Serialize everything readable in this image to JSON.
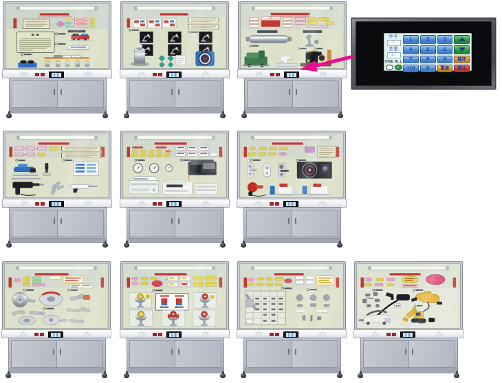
{
  "page": {
    "background_color": "#ffffff",
    "description": "catalog montage of ten training display cabinets arranged in three rows with a remote touch keypad panel at top right, a magenta arrow links the keypad panel to the bench touchscreen of the third cabinet"
  },
  "keypad_panel": {
    "name": "touch-keypad-panel",
    "bezel_color": "#6f747a",
    "screen_color": "#0a0b0d",
    "pad_background": "#e3f1ef",
    "fields": [
      {
        "name": "sequence-number",
        "label": "序号",
        "value": "1"
      },
      {
        "name": "volume",
        "label": "音量",
        "value": "17"
      }
    ],
    "mode": {
      "label": "ONE ALL",
      "options": [
        "ONE",
        "ALL"
      ],
      "selected": "ALL"
    },
    "keys": [
      {
        "name": "key-1",
        "label": "1",
        "type": "num"
      },
      {
        "name": "key-2",
        "label": "2",
        "type": "num"
      },
      {
        "name": "key-3",
        "label": "3",
        "type": "num"
      },
      {
        "name": "key-up",
        "label": "▲",
        "type": "green up"
      },
      {
        "name": "key-4",
        "label": "4",
        "type": "num"
      },
      {
        "name": "key-5",
        "label": "5",
        "type": "num"
      },
      {
        "name": "key-6",
        "label": "6",
        "type": "num"
      },
      {
        "name": "key-down",
        "label": "▼",
        "type": "green down"
      },
      {
        "name": "key-7",
        "label": "7",
        "type": "num"
      },
      {
        "name": "key-8",
        "label": "8",
        "type": "num"
      },
      {
        "name": "key-9",
        "label": "9",
        "type": "num"
      },
      {
        "name": "key-loop",
        "label": "循环",
        "type": "orange"
      },
      {
        "name": "key-plus10",
        "label": "+10",
        "type": "num"
      },
      {
        "name": "key-0",
        "label": "0",
        "type": "num"
      },
      {
        "name": "key-repeat",
        "label": "重复",
        "type": "orange"
      },
      {
        "name": "key-stop",
        "label": "停止",
        "type": "red"
      }
    ]
  },
  "arrow": {
    "name": "pointer-arrow",
    "color": "#ea0d8c",
    "from": "keypad-panel-left-edge",
    "to": "cabinet-r1c3-bench-touchscreen"
  },
  "cabinet_common": {
    "display_case": "glass display case with fluorescent lamp, red title strip and themed exhibits on a pale green board",
    "bench": {
      "controls": [
        "speaker-grille-left",
        "red-button",
        "red-button",
        "bench-touchscreen",
        "speaker-grille-right"
      ],
      "touchscreen_color": "#15171b"
    },
    "lower_cabinet": {
      "doors": 2,
      "handles": 2,
      "casters": 4
    }
  },
  "cabinets": [
    {
      "id": "r1c1",
      "row": 1,
      "col": 1,
      "contents": "introduction text panels, design flowchart, model trains on shelves, row of capacitors and blue base unit"
    },
    {
      "id": "r1c2",
      "row": 2,
      "col": 2,
      "contents": "six black robot-arm photo tiles, silver pump unit, teal diamond valve symbols, blue impeller fan"
    },
    {
      "id": "r1c3",
      "row": 1,
      "col": 3,
      "contents": "process flowcharts, long silver roller, overlock machine, white and black sewing machines"
    },
    {
      "id": "r2c1",
      "row": 2,
      "col": 1,
      "contents": "pink flowchart, blue nail gun, colour chart card, black electric drill, chrome multi-tool, caulking gun"
    },
    {
      "id": "r2c2",
      "row": 2,
      "col": 2,
      "contents": "yellow flowchart, three gauges, black printer mechanism, large copier and two printers"
    },
    {
      "id": "r2c3",
      "row": 2,
      "col": 3,
      "contents": "yellow flowchart, door lock hardware, black fan unit, red hair dryer, white appliance demos with blue cylinders"
    },
    {
      "id": "r3c1",
      "row": 3,
      "col": 1,
      "contents": "flowchart, large silver clutch discs with red ring, chrome linkages and wrenches"
    },
    {
      "id": "r3c2",
      "row": 3,
      "col": 2,
      "contents": "flowchart with red oval, central valve diagram card, five globe valves with red and yellow handwheels"
    },
    {
      "id": "r3c3",
      "row": 3,
      "col": 3,
      "contents": "flowchart, parts classification grid table, fastener sample clusters with labels"
    },
    {
      "id": "r3c4",
      "row": 3,
      "col": 4,
      "contents": "pink ovals flowchart, parts ring, black flex-shaft tool, yellow hand vacuum, floor vacuum cleaner, yellow toy excavator"
    }
  ]
}
